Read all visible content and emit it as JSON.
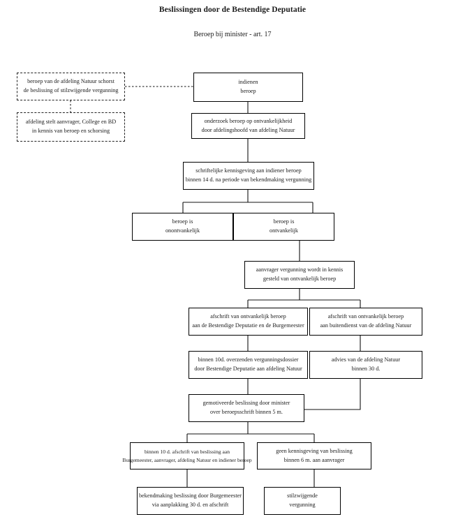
{
  "header": {
    "title": "Beslissingen door de Bestendige Deputatie",
    "subtitle": "Beroep bij minister - art. 17"
  },
  "nodes": {
    "schorsing": {
      "line1": "beroep van de afdeling Natuur schorst",
      "line2": "de beslissing of stilzwijgende vergunning"
    },
    "kennisgeving_schorsing": {
      "line1": "afdeling stelt aanvrager, College en BD",
      "line2": "in kennis van beroep en schorsing"
    },
    "indienen": {
      "line1": "indienen",
      "line2": "beroep"
    },
    "onderzoek": {
      "line1": "onderzoek beroep op ontvankelijkheid",
      "line2": "door afdelingshoofd van afdeling Natuur"
    },
    "schriftelijk": {
      "line1": "schriftelijke kennisgeving aan indiener beroep",
      "line2": "binnen 14 d. na periode van bekendmaking vergunning"
    },
    "onontvankelijk": {
      "line1": "beroep is",
      "line2": "onontvankelijk"
    },
    "ontvankelijk": {
      "line1": "beroep is",
      "line2": "ontvankelijk"
    },
    "aanvrager_kennis": {
      "line1": "aanvrager vergunning wordt in kennis",
      "line2": "gesteld van ontvankelijk beroep"
    },
    "afschrift_bd": {
      "line1": "afschrift van ontvankelijk beroep",
      "line2": "aan de Bestendige Deputatie en de Burgemeester"
    },
    "afschrift_buitendienst": {
      "line1": "afschrift van ontvankelijk beroep",
      "line2": "aan buitendienst van de afdeling Natuur"
    },
    "overzenden": {
      "line1": "binnen 10d. overzenden vergunningsdossier",
      "line2": "door Bestendige Deputatie aan afdeling Natuur"
    },
    "advies": {
      "line1": "advies van de afdeling Natuur",
      "line2": "binnen 30 d."
    },
    "beslissing_minister": {
      "line1": "gemotiveerde beslissing door minister",
      "line2": "over beroepsschrift binnen 5 m."
    },
    "afschrift_beslissing": {
      "line1": "binnen 10 d. afschrift van beslissing aan",
      "line2": "Burgemeester, aanvrager, afdeling Natuur en indiener beroep"
    },
    "geen_kennisgeving": {
      "line1": "geen kennisgeving van beslissing",
      "line2": "binnen 6 m. aan aanvrager"
    },
    "bekendmaking": {
      "line1": "bekendmaking beslissing door Burgemeester",
      "line2": "via aanplakking 30 d. en afschrift"
    },
    "stilzwijgende": {
      "line1": "stilzwijgende",
      "line2": "vergunning"
    }
  },
  "colors": {
    "ink": "#111111",
    "paper": "#ffffff"
  }
}
